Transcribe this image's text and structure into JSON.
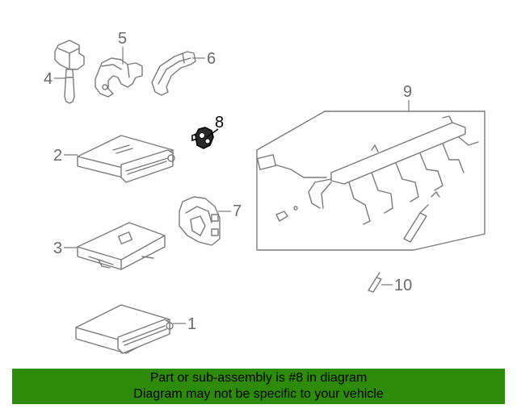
{
  "diagram": {
    "callouts": [
      {
        "id": "1",
        "label": "1"
      },
      {
        "id": "2",
        "label": "2"
      },
      {
        "id": "3",
        "label": "3"
      },
      {
        "id": "4",
        "label": "4"
      },
      {
        "id": "5",
        "label": "5"
      },
      {
        "id": "6",
        "label": "6"
      },
      {
        "id": "7",
        "label": "7"
      },
      {
        "id": "8",
        "label": "8",
        "highlighted": true
      },
      {
        "id": "9",
        "label": "9"
      },
      {
        "id": "10",
        "label": "10"
      }
    ],
    "colors": {
      "line_art": "#7a7a7a",
      "highlight": "#000000",
      "banner_bg": "#2e8b0a",
      "banner_text": "#000000"
    }
  },
  "banner": {
    "line1": "Part or sub-assembly is #8 in diagram",
    "line2": "Diagram may not be specific to your vehicle"
  }
}
